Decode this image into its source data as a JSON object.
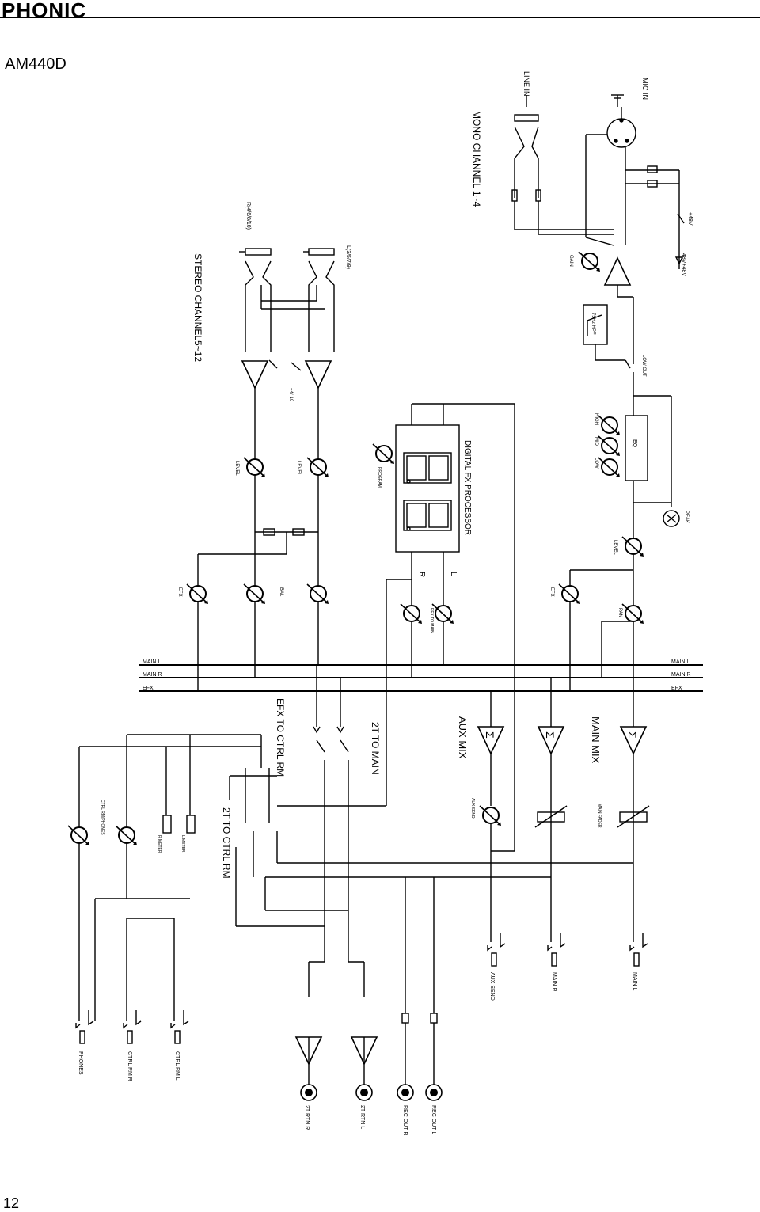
{
  "header": {
    "brand": "PHONIC",
    "model": "AM440D"
  },
  "footer": {
    "page_number": "12"
  },
  "labels": {
    "mic_in": "MIC IN",
    "line_in": "LINE IN",
    "mono_channel": "MONO CHANNEL 1~4",
    "stereo_channel": "STEREO CHANNEL5~12",
    "r_inputs": "R(4/6/8/10)",
    "l_inputs": "L(3/5/7/9)",
    "phantom": "+48V",
    "phantom_led": "48V+48V",
    "gain": "GAIN",
    "low_cut": "LOW CUT",
    "low_cut_filter": "75Hz HPF",
    "eq": "EQ",
    "high": "HIGH",
    "mid": "MID",
    "low": "LOW",
    "peak": "PEAK",
    "level": "LEVEL",
    "efx": "EFX",
    "pan": "PAN",
    "bal": "BAL",
    "plus4_minus10": "+4/-10",
    "digital_fx": "DIGITAL FX PROCESSOR",
    "program": "PROGRAM",
    "fx_l": "L",
    "fx_r": "R",
    "efx_to_main": "EFX TO MAIN",
    "bus_main_l": "MAIN L",
    "bus_main_r": "MAIN R",
    "bus_efx": "EFX",
    "main_mix": "MAIN MIX",
    "aux_mix": "AUX MIX",
    "two_t_to_main": "2T TO MAIN",
    "efx_to_ctrl_rm": "EFX TO CTRL RM",
    "two_t_to_ctrl_rm": "2T TO CTRL RM",
    "aux_send_knob": "AUX SEND",
    "main_fader": "MAIN FADER",
    "ctrl_rm_phones": "CTRL RM/PHONES",
    "r_meter": "R METER",
    "l_meter": "L METER",
    "jack_aux_send": "AUX SEND",
    "jack_main_r": "MAIN R",
    "jack_main_l": "MAIN L",
    "jack_phones": "PHONES",
    "jack_ctrl_rm_r": "CTRL RM R",
    "jack_ctrl_rm_l": "CTRL RM L",
    "jack_2t_rtn_r": "2T RTN R",
    "jack_2t_rtn_l": "2T RTN L",
    "jack_rec_out_r": "REC OUT R",
    "jack_rec_out_l": "REC OUT L"
  }
}
